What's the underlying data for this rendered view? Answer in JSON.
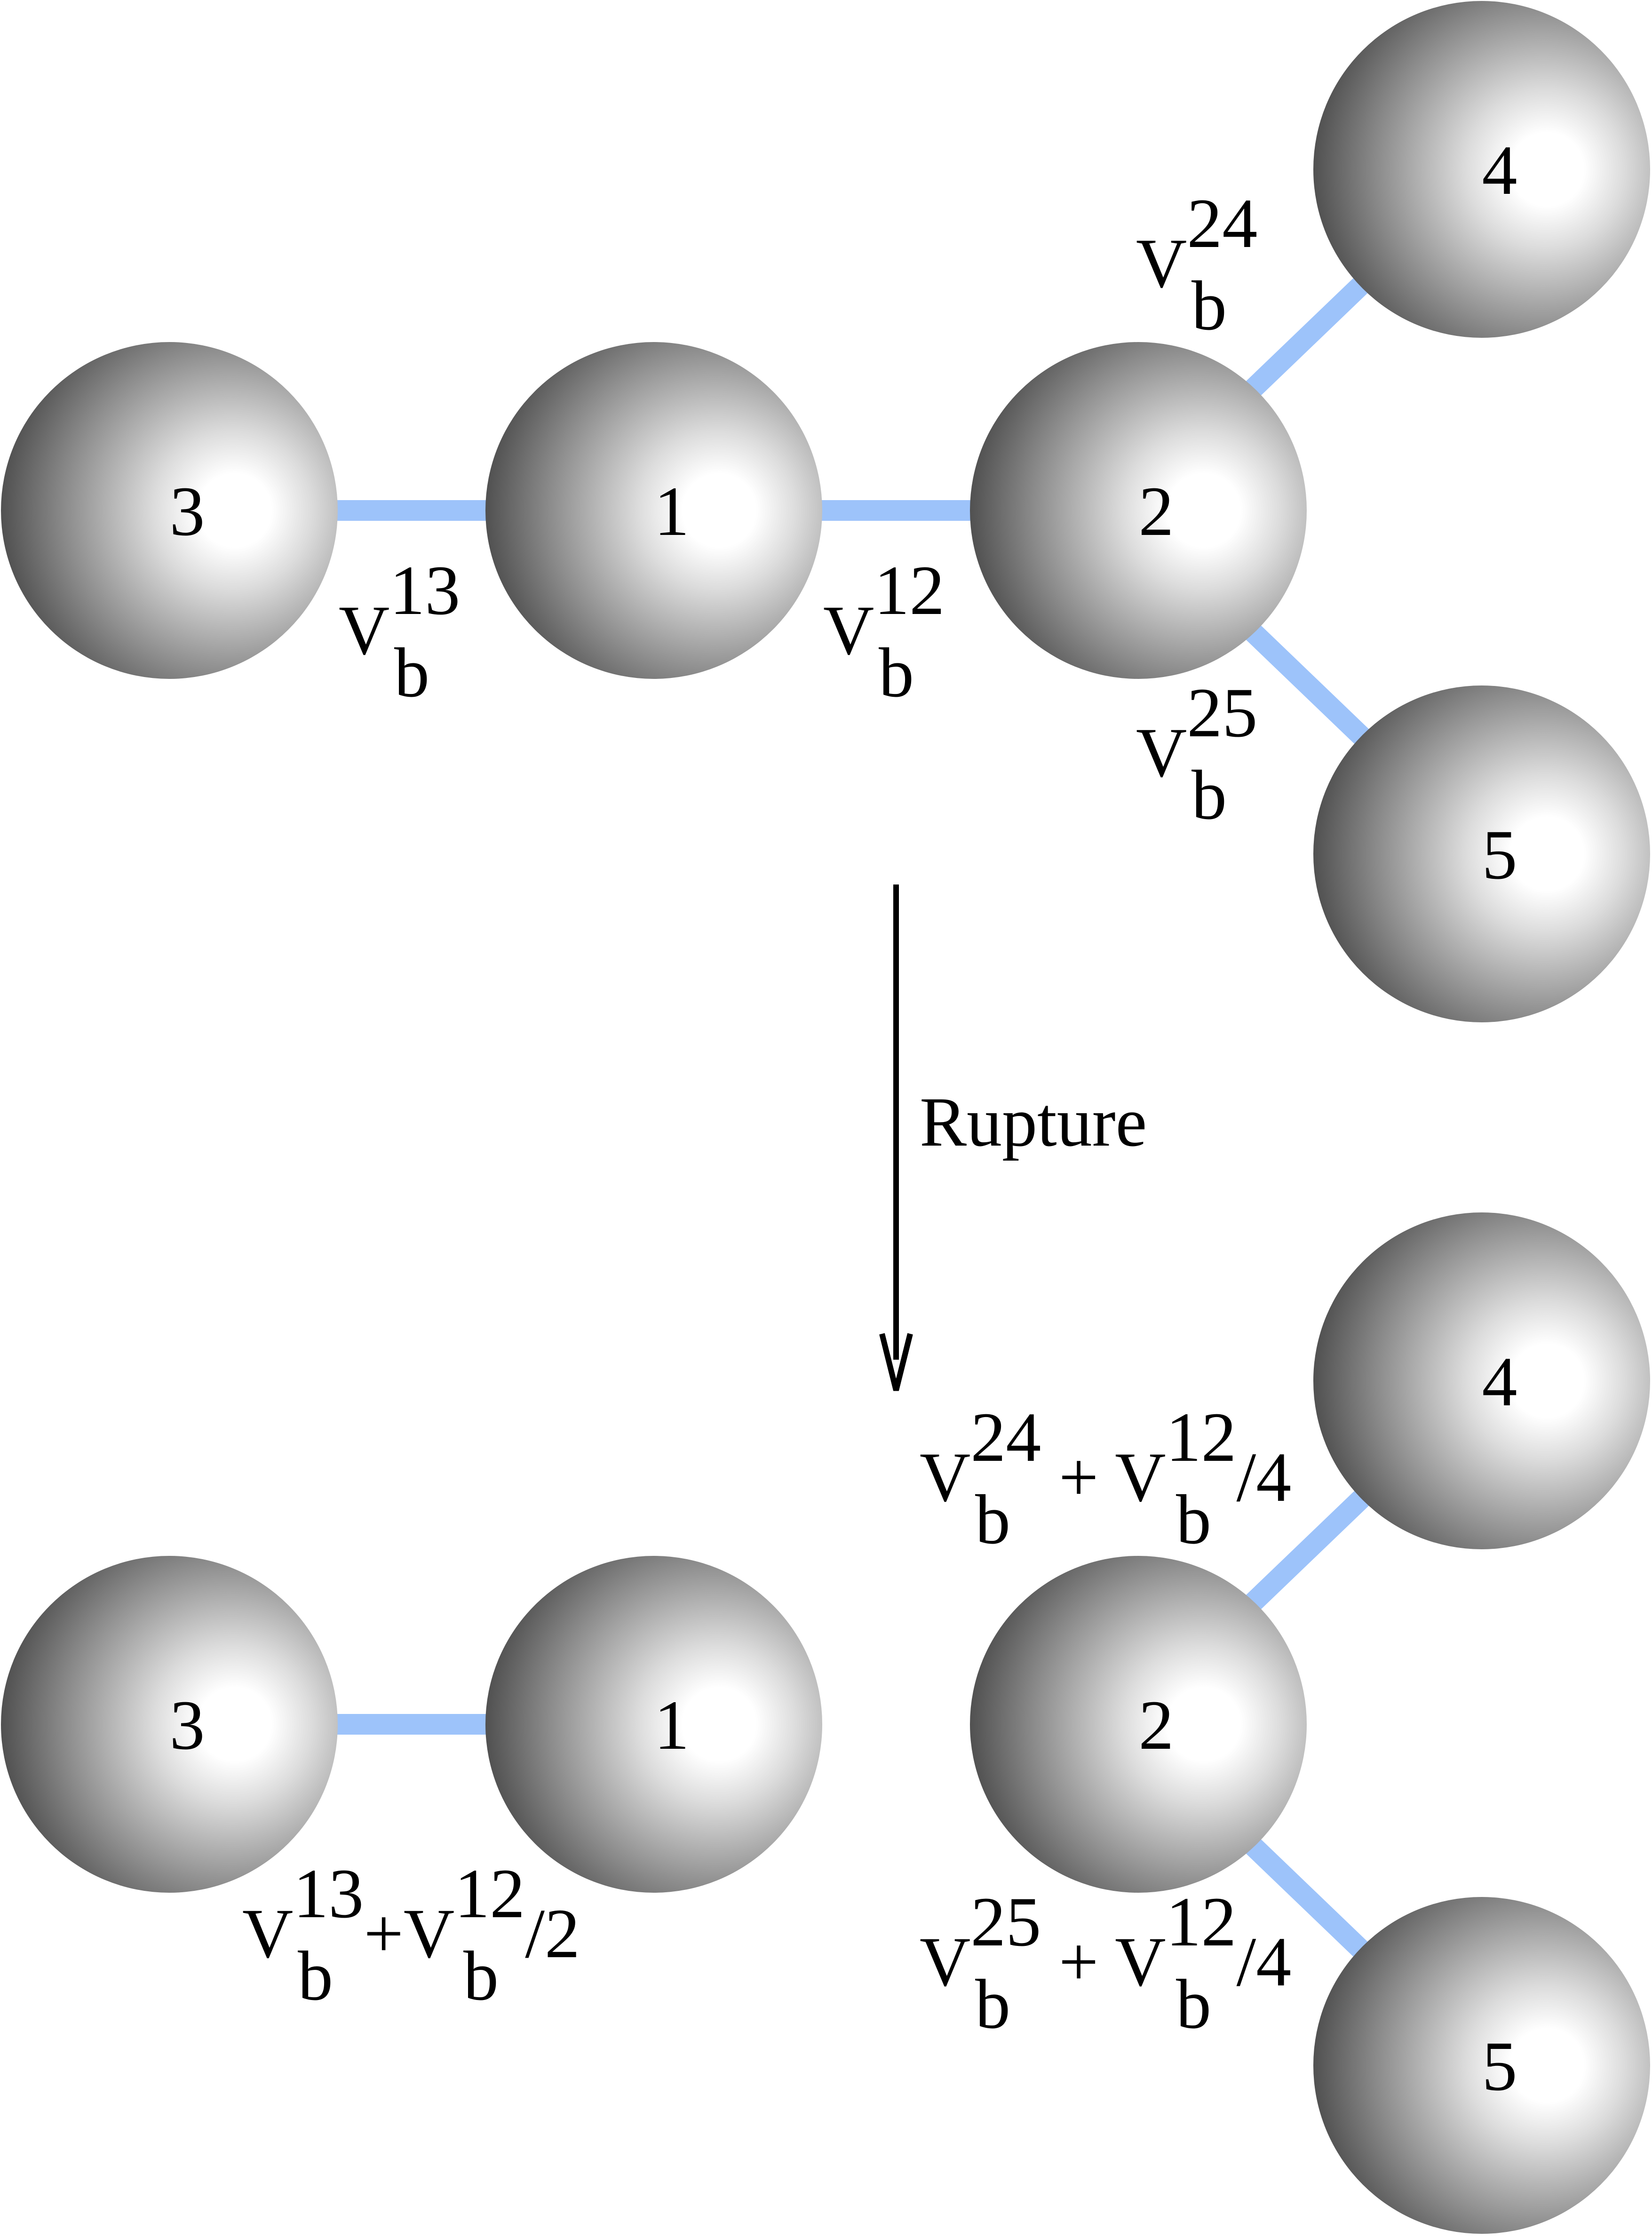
{
  "colors": {
    "bond": "#9dc3fa",
    "ball_dark": "#4a4a4a",
    "ball_mid": "#8c8c8c",
    "ball_light": "#dcdcdc",
    "ball_highlight": "#ffffff",
    "arrow": "#000000",
    "background": "#ffffff"
  },
  "arrow": {
    "label": "Rupture"
  },
  "before": {
    "balls": [
      {
        "id": "3",
        "label": "3"
      },
      {
        "id": "1",
        "label": "1"
      },
      {
        "id": "2",
        "label": "2"
      },
      {
        "id": "4",
        "label": "4"
      },
      {
        "id": "5",
        "label": "5"
      }
    ],
    "bonds": [
      {
        "id": "13",
        "base": "V",
        "sub": "b",
        "sup": "13"
      },
      {
        "id": "12",
        "base": "V",
        "sub": "b",
        "sup": "12"
      },
      {
        "id": "24",
        "base": "V",
        "sub": "b",
        "sup": "24"
      },
      {
        "id": "25",
        "base": "V",
        "sub": "b",
        "sup": "25"
      }
    ]
  },
  "after": {
    "balls": [
      {
        "id": "3",
        "label": "3"
      },
      {
        "id": "1",
        "label": "1"
      },
      {
        "id": "2",
        "label": "2"
      },
      {
        "id": "4",
        "label": "4"
      },
      {
        "id": "5",
        "label": "5"
      }
    ],
    "bond_labels": {
      "b13": {
        "base": "V",
        "sub": "b",
        "sup": "13",
        "op": "+",
        "base2": "V",
        "sub2": "b",
        "sup2": "12",
        "tail": "/2"
      },
      "b24": {
        "base": "V",
        "sub": "b",
        "sup": "24",
        "op": " + ",
        "base2": "V",
        "sub2": "b",
        "sup2": "12",
        "tail": "/4"
      },
      "b25": {
        "base": "V",
        "sub": "b",
        "sup": "25",
        "op": " + ",
        "base2": "V",
        "sub2": "b",
        "sup2": "12",
        "tail": "/4"
      }
    }
  }
}
